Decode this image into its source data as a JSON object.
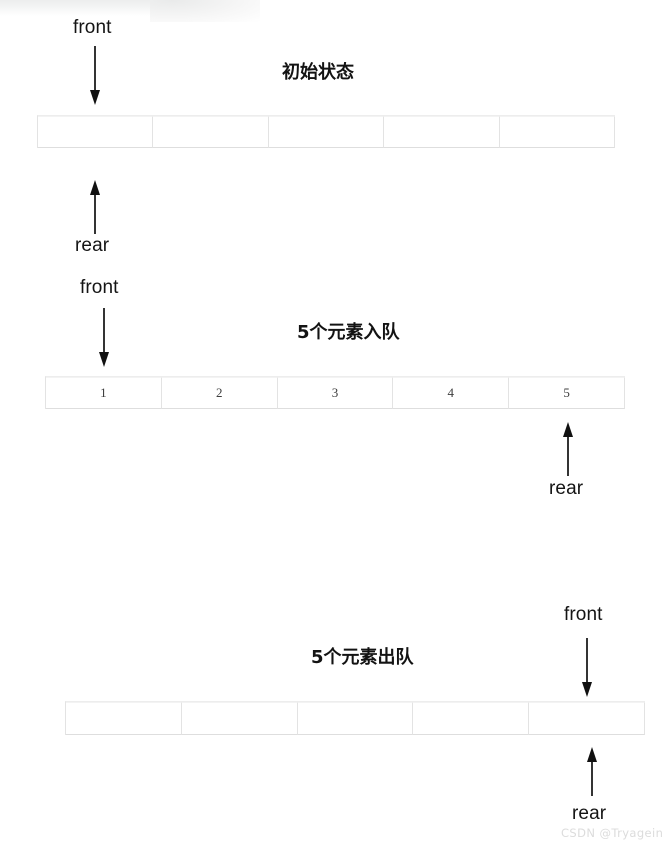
{
  "diagram": {
    "title_hint": "queue-front-rear-pointer-diagram",
    "watermark": "CSDN @Tryagein",
    "colors": {
      "cell_border": "#e3e3e3",
      "arrow": "#111111",
      "text": "#141414",
      "watermark": "#dcdcdc",
      "background": "#ffffff"
    },
    "sections": [
      {
        "id": "initial-state",
        "title": "初始状态",
        "cells": [
          "",
          "",
          "",
          "",
          ""
        ],
        "pointers": [
          {
            "name": "front",
            "label": "front",
            "direction": "down"
          },
          {
            "name": "rear",
            "label": "rear",
            "direction": "up"
          }
        ]
      },
      {
        "id": "five-enqueue",
        "title": "5个元素入队",
        "cells": [
          "1",
          "2",
          "3",
          "4",
          "5"
        ],
        "pointers": [
          {
            "name": "front",
            "label": "front",
            "direction": "down"
          },
          {
            "name": "rear",
            "label": "rear",
            "direction": "up"
          }
        ]
      },
      {
        "id": "five-dequeue",
        "title": "5个元素出队",
        "cells": [
          "",
          "",
          "",
          "",
          ""
        ],
        "pointers": [
          {
            "name": "front",
            "label": "front",
            "direction": "down"
          },
          {
            "name": "rear",
            "label": "rear",
            "direction": "up"
          }
        ]
      }
    ]
  }
}
